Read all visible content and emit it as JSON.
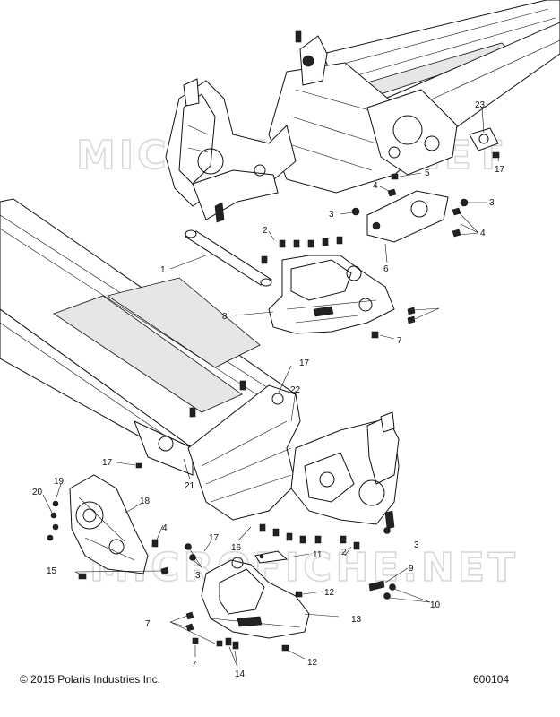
{
  "watermark": "MICROFICHE.NET",
  "footer": {
    "copyright": "© 2015 Polaris Industries Inc.",
    "diagram_number": "600104"
  },
  "callouts": [
    "23",
    "17",
    "5",
    "4",
    "3",
    "3",
    "4",
    "2",
    "1",
    "6",
    "8",
    "7",
    "17",
    "22",
    "17",
    "21",
    "19",
    "20",
    "18",
    "4",
    "17",
    "16",
    "3",
    "2",
    "11",
    "9",
    "3",
    "15",
    "12",
    "7",
    "13",
    "10",
    "7",
    "14",
    "12"
  ]
}
